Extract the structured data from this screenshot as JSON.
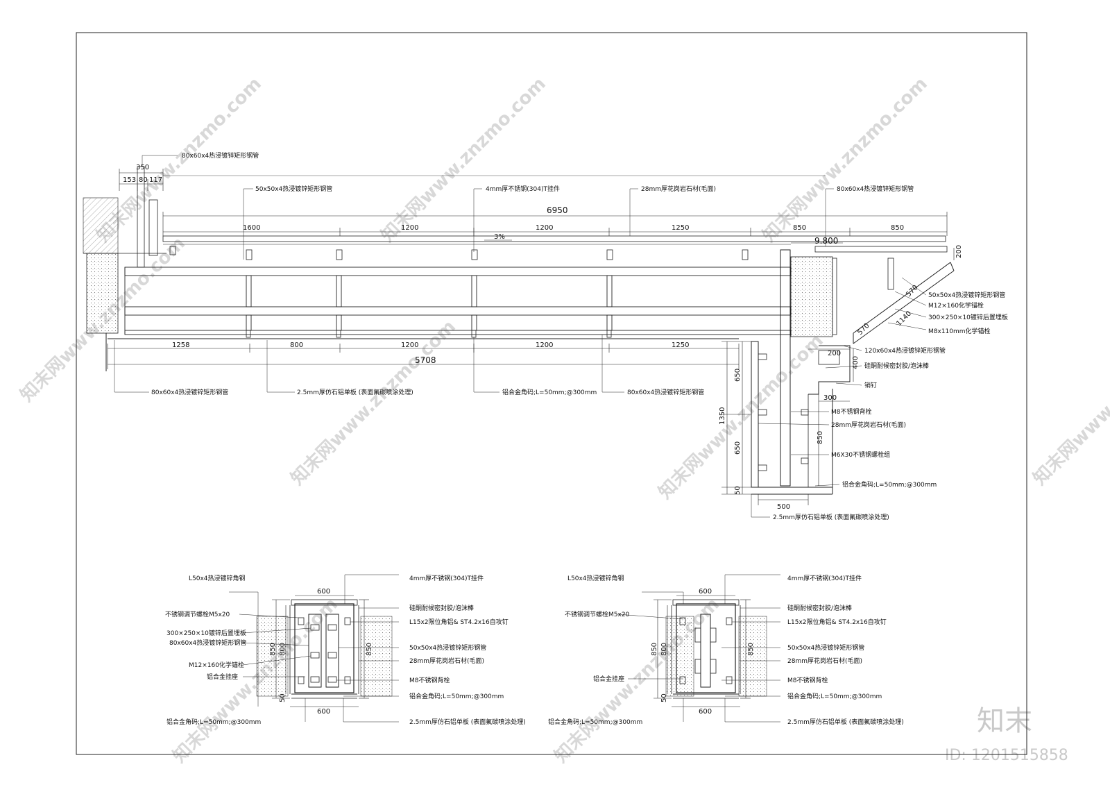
{
  "watermark": {
    "text": "知末网www.znzmo.com",
    "brand": "知末",
    "id": "ID: 1201515858"
  },
  "main": {
    "labels": {
      "top_tube": "80x60x4热浸镀锌矩形钢管",
      "tube50": "50x50x4热浸镀锌矩形钢管",
      "hanger": "4mm厚不锈钢(304)T挂件",
      "granite": "28mm厚花岗岩石材(毛面)",
      "right_tube": "80x60x4热浸镀锌矩形钢管",
      "bottom_tube_left": "80x60x4热浸镀锌矩形钢管",
      "alu_panel": "2.5mm厚仿石铝单板 (表面氟碳喷涂处理)",
      "alu_angle": "铝合金角码;L=50mm;@300mm",
      "bottom_tube_mid": "80x60x4热浸镀锌矩形钢管"
    },
    "right_labels": {
      "tube50": "50x50x4热浸镀锌矩形钢管",
      "anchor_m12": "M12×160化学锚栓",
      "plate": "300×250×10镀锌后置埋板",
      "anchor_m8": "M8x110mm化学锚栓",
      "tube120": "120x60x4热浸镀锌矩形钢管",
      "sealant": "硅酮耐候密封胶/泡沫棒",
      "pin": "销钉",
      "m8_bolt": "M8不锈钢背栓",
      "granite": "28mm厚花岗岩石材(毛面)",
      "m6_bolt": "M6X30不锈钢螺栓组",
      "alu_angle": "铝合金角码;L=50mm;@300mm",
      "alu_panel": "2.5mm厚仿石铝单板 (表面氟碳喷涂处理)"
    },
    "dims": {
      "d350": "350",
      "d153": "153",
      "d80": "80",
      "d117": "117",
      "total_top": "6950",
      "top_segments": [
        "1600",
        "1200",
        "1200",
        "1250",
        "850",
        "850"
      ],
      "slope": "3%",
      "elevation": "9.800",
      "d200": "200",
      "d570a": "570",
      "d1140": "1140",
      "d570b": "570",
      "bottom_segments": [
        "1258",
        "800",
        "1200",
        "1200",
        "1250"
      ],
      "total_bottom": "5708",
      "r200": "200",
      "r400": "400",
      "r300": "300",
      "v650a": "650",
      "v1350": "1350",
      "v650b": "650",
      "v850": "850",
      "v50": "50",
      "b500": "500"
    }
  },
  "section_left": {
    "labels": {
      "angle": "L50x4热浸镀锌角钢",
      "hanger": "4mm厚不锈钢(304)T挂件",
      "sealant": "硅酮耐候密封胶/泡沫棒",
      "bolt_m5": "不锈钢调节螺栓M5x20",
      "l15": "L15x2限位角铝& ST4.2x16自攻钉",
      "plate": "300×250×10镀锌后置埋板",
      "tube80": "80x60x4热浸镀锌矩形钢管",
      "tube50": "50x50x4热浸镀锌矩形钢管",
      "granite": "28mm厚花岗岩石材(毛面)",
      "anchor": "M12×160化学锚栓",
      "seat": "铝合金挂座",
      "m8": "M8不锈钢背栓",
      "alu_angle_r": "铝合金角码;L=50mm;@300mm",
      "alu_angle_l": "铝合金角码;L=50mm;@300mm",
      "alu_panel": "2.5mm厚仿石铝单板 (表面氟碳喷涂处理)"
    },
    "dims": {
      "top": "600",
      "bottom": "600",
      "h850l": "850",
      "h800": "800",
      "h850r": "850",
      "h50": "50"
    }
  },
  "section_right": {
    "labels": {
      "angle": "L50x4热浸镀锌角钢",
      "hanger": "4mm厚不锈钢(304)T挂件",
      "sealant": "硅酮耐候密封胶/泡沫棒",
      "bolt_m5": "不锈钢调节螺栓M5x20",
      "l15": "L15x2限位角铝& ST4.2x16自攻钉",
      "tube50": "50x50x4热浸镀锌矩形钢管",
      "granite": "28mm厚花岗岩石材(毛面)",
      "seat": "铝合金挂座",
      "m8": "M8不锈钢背栓",
      "alu_angle_r": "铝合金角码;L=50mm;@300mm",
      "alu_angle_l": "铝合金角码;L=50mm;@300mm",
      "alu_panel": "2.5mm厚仿石铝单板 (表面氟碳喷涂处理)"
    },
    "dims": {
      "top": "600",
      "bottom": "600",
      "h850l": "850",
      "h800": "800",
      "h850r": "850",
      "h50": "50"
    }
  }
}
